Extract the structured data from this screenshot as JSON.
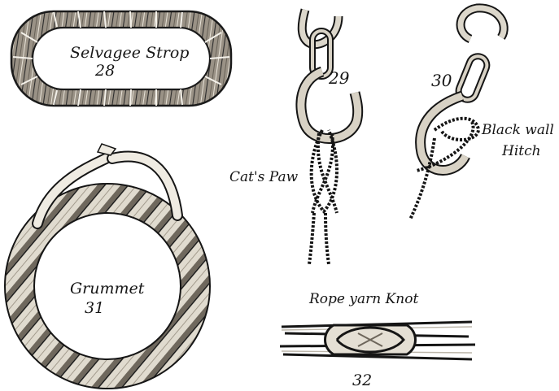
{
  "plate": {
    "figures": [
      {
        "id": "selvagee-strop",
        "caption": "Selvagee Strop",
        "number": "28"
      },
      {
        "id": "cats-paw",
        "caption": "Cat's Paw",
        "number": "29"
      },
      {
        "id": "blackwall-hitch",
        "caption_line1": "Black wall",
        "caption_line2": "Hitch",
        "number": "30"
      },
      {
        "id": "grummet",
        "caption": "Grummet",
        "number": "31"
      },
      {
        "id": "rope-yarn-knot",
        "caption": "Rope yarn Knot",
        "number": "32"
      }
    ]
  },
  "colors": {
    "ink": "#161616",
    "rope_fill": "#d9d4c8",
    "rope_shade": "#8f877a",
    "paper": "#ffffff"
  }
}
